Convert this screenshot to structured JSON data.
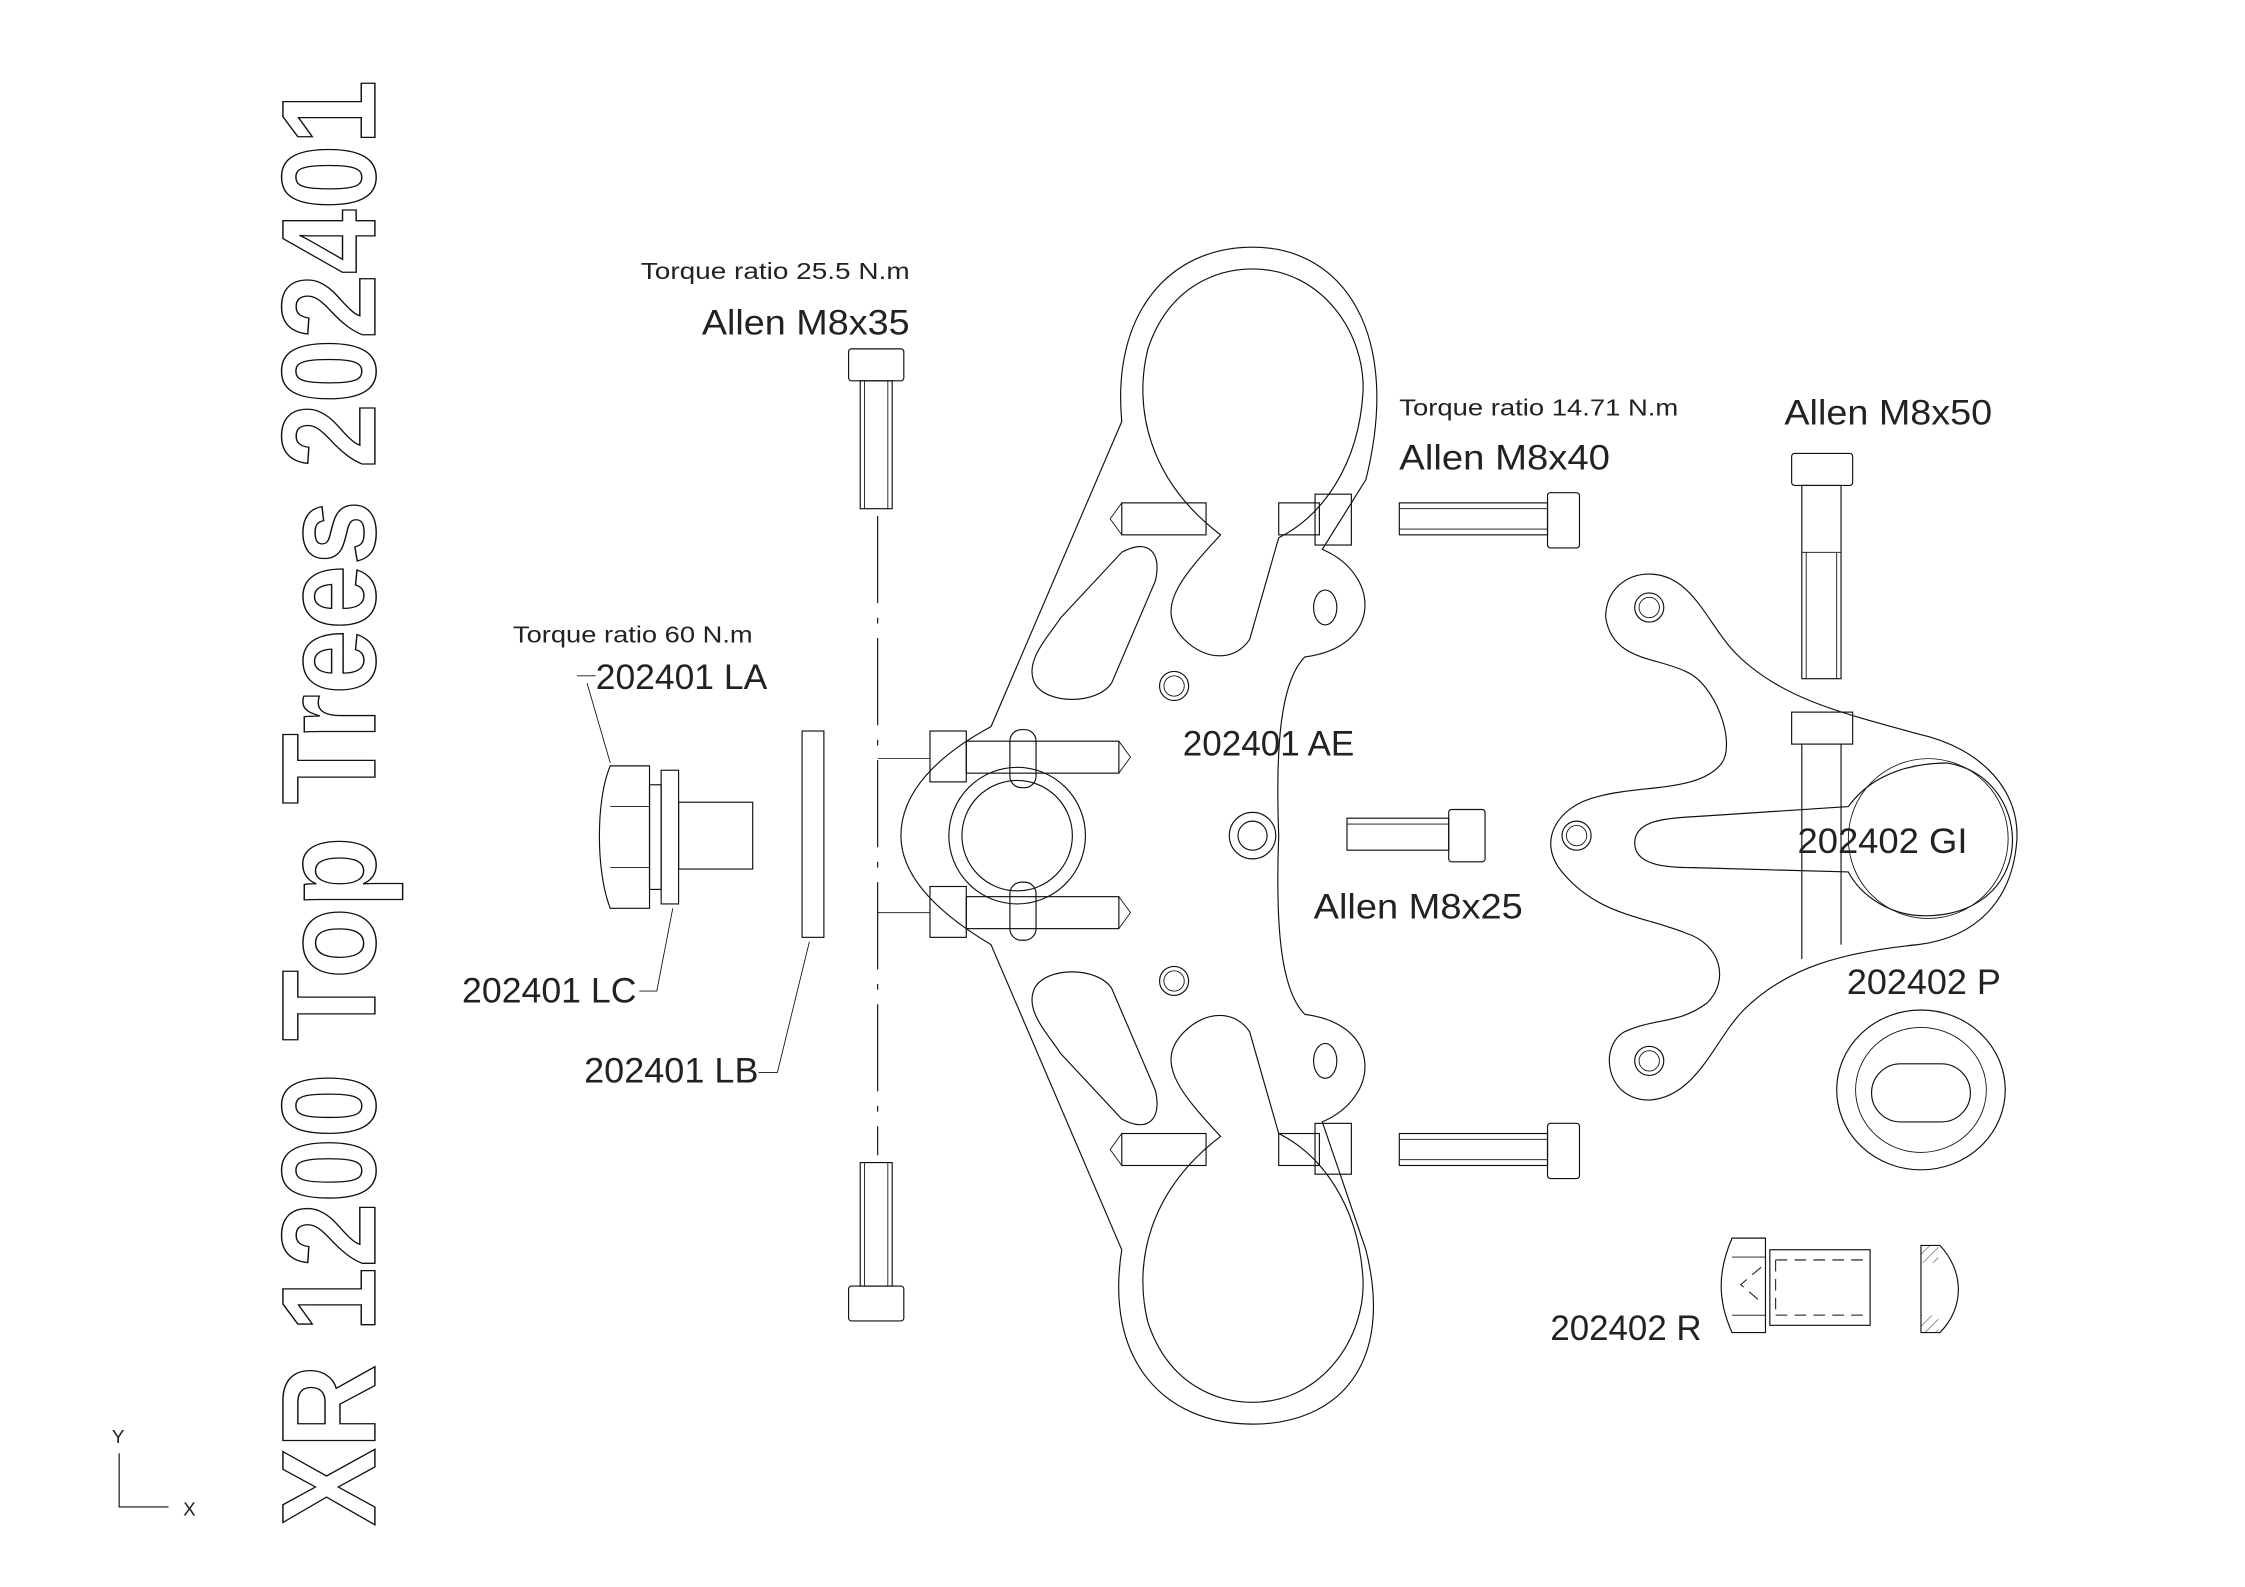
{
  "title": "XR 1200 Top Trees 202401",
  "axis_indicator": {
    "y_label": "Y",
    "x_label": "X"
  },
  "labels": {
    "torque_25": "Torque ratio 25.5 N.m",
    "allen_m8x35": "Allen M8x35",
    "torque_14": "Torque ratio 14.71 N.m",
    "allen_m8x40": "Allen M8x40",
    "allen_m8x50": "Allen M8x50",
    "torque_60": "Torque ratio 60 N.m",
    "part_la": "202401 LA",
    "part_ae": "202401 AE",
    "allen_m8x25": "Allen M8x25",
    "part_gi": "202402 GI",
    "part_p": "202402 P",
    "part_lc": "202401 LC",
    "part_lb": "202401 LB",
    "part_r": "202402 R"
  }
}
